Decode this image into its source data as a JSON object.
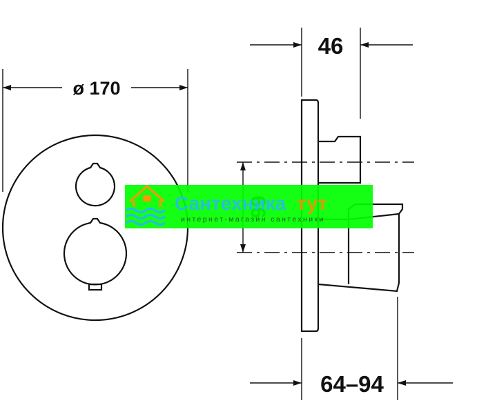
{
  "dimensions": {
    "diameter_label": "ø 170",
    "depth_label": "46",
    "spacing_label": "66",
    "projection_label": "64–94"
  },
  "watermark": {
    "title_main": "Сантехника",
    "title_accent": "тут",
    "subtitle": "интернет-магазин сантехники",
    "background_color": "#00ff00",
    "title_color": "#29b6f6",
    "accent_color": "#ff8c00",
    "logo_icon": "house-waves-icon"
  },
  "colors": {
    "line": "#111111",
    "background": "#ffffff"
  }
}
